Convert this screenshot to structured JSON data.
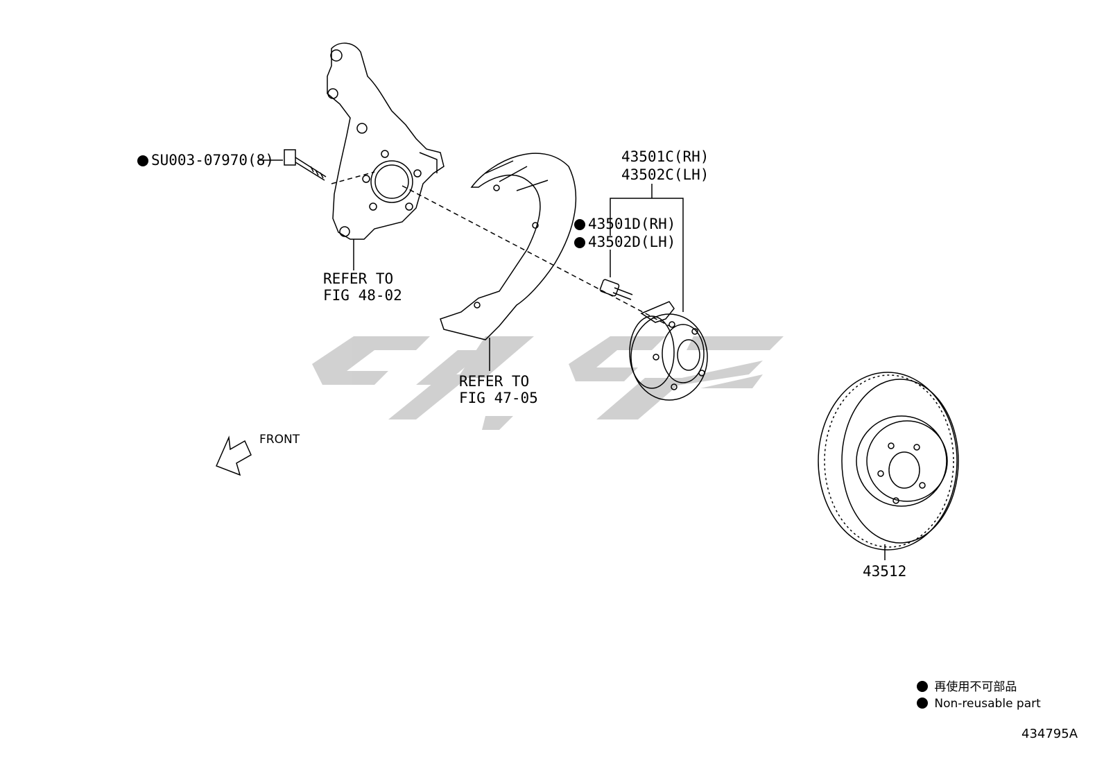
{
  "callouts": {
    "bolt": "SU003-07970(8)",
    "hub_rh": "43501C(RH)",
    "hub_lh": "43502C(LH)",
    "stud_rh": "43501D(RH)",
    "stud_lh": "43502D(LH)",
    "knuckle_ref_1": "REFER TO",
    "knuckle_ref_2": "FIG 48-02",
    "shield_ref_1": "REFER TO",
    "shield_ref_2": "FIG 47-05",
    "rotor": "43512",
    "front": "FRONT"
  },
  "legend": {
    "jp": "再使用不可部品",
    "en": "Non-reusable part"
  },
  "diagram_id": "434795A",
  "colors": {
    "line": "#000000",
    "watermark": "#cccccc"
  }
}
